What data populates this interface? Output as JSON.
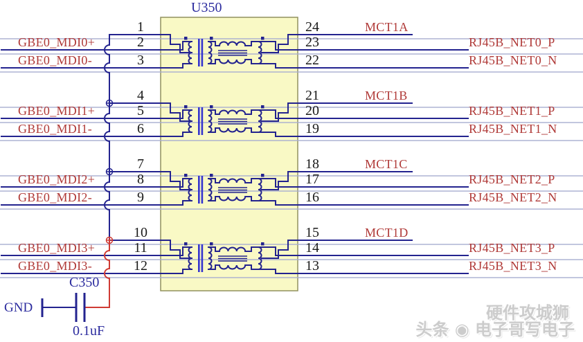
{
  "schematic": {
    "component": {
      "refdes": "U350"
    },
    "groups": [
      {
        "left_pins": [
          "1",
          "2",
          "3"
        ],
        "right_pins": [
          "24",
          "23",
          "22"
        ],
        "left_p": "GBE0_MDI0+",
        "left_n": "GBE0_MDI0-",
        "mct": "MCT1A",
        "right_p": "RJ45B_NET0_P",
        "right_n": "RJ45B_NET0_N"
      },
      {
        "left_pins": [
          "4",
          "5",
          "6"
        ],
        "right_pins": [
          "21",
          "20",
          "19"
        ],
        "left_p": "GBE0_MDI1+",
        "left_n": "GBE0_MDI1-",
        "mct": "MCT1B",
        "right_p": "RJ45B_NET1_P",
        "right_n": "RJ45B_NET1_N"
      },
      {
        "left_pins": [
          "7",
          "8",
          "9"
        ],
        "right_pins": [
          "18",
          "17",
          "16"
        ],
        "left_p": "GBE0_MDI2+",
        "left_n": "GBE0_MDI2-",
        "mct": "MCT1C",
        "right_p": "RJ45B_NET2_P",
        "right_n": "RJ45B_NET2_N"
      },
      {
        "left_pins": [
          "10",
          "11",
          "12"
        ],
        "right_pins": [
          "15",
          "14",
          "13"
        ],
        "left_p": "GBE0_MDI3+",
        "left_n": "GBE0_MDI3-",
        "mct": "MCT1D",
        "right_p": "RJ45B_NET3_P",
        "right_n": "RJ45B_NET3_N"
      }
    ],
    "capacitor": {
      "refdes": "C350",
      "value": "0.1uF"
    },
    "ground_label": "GND",
    "colors": {
      "wire": "#23238f",
      "net_label": "#b03a38",
      "pin_number": "#1a1a1a",
      "body_fill": "#f9f9c5",
      "body_border": "#90905e",
      "center_tap_wire": "#cf3a34",
      "ghost_line": "#a9aed1",
      "core_bar": "#3434cf",
      "blue_text": "#2b2b9e"
    }
  },
  "watermark": {
    "line1": "硬件攻城狮",
    "line2": "头条 ◉ 电子哥写电子"
  }
}
